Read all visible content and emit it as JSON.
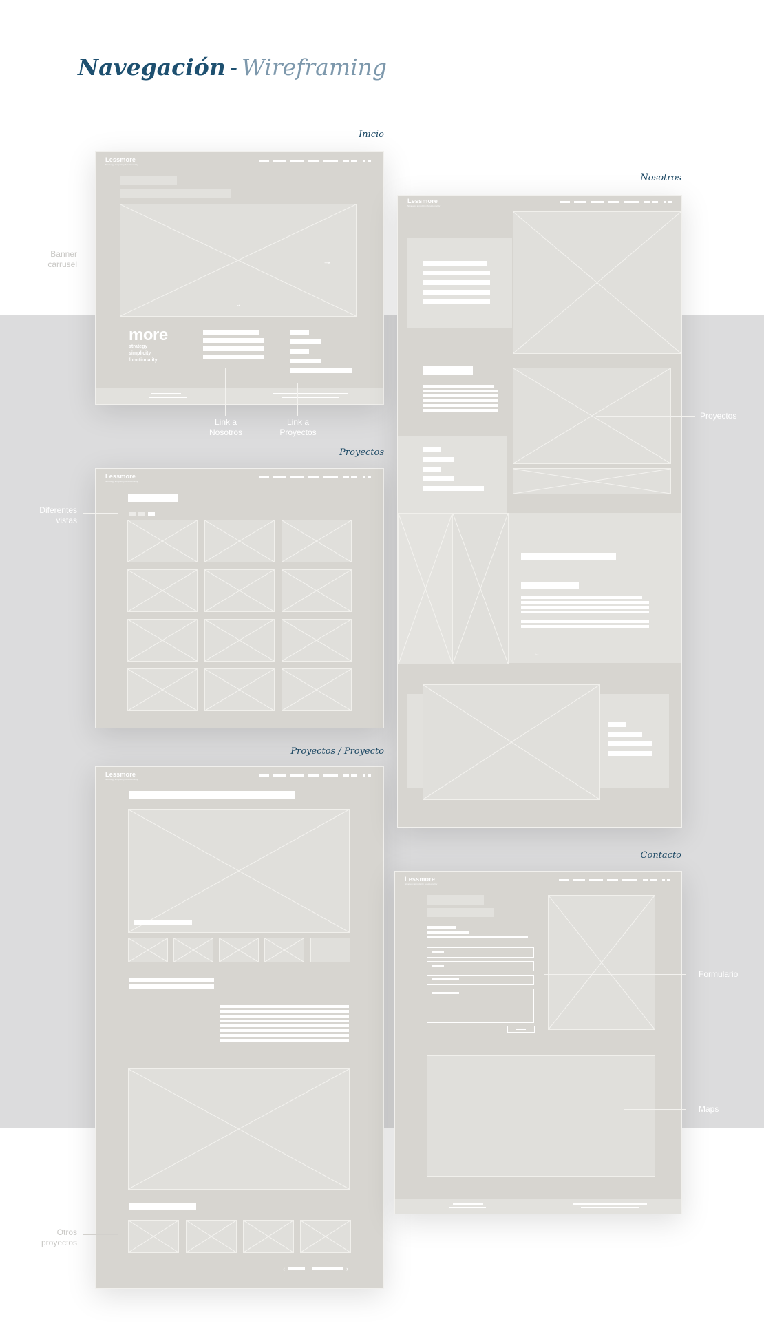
{
  "page": {
    "title_main": "Navegación",
    "title_sep": "-",
    "title_sub": "Wireframing"
  },
  "pages": {
    "inicio": "Inicio",
    "nosotros": "Nosotros",
    "proyectos": "Proyectos",
    "proyecto": "Proyectos / Proyecto",
    "contacto": "Contacto"
  },
  "annotations": {
    "banner_l1": "Banner",
    "banner_l2": "carrusel",
    "link_nosotros_l1": "Link a",
    "link_nosotros_l2": "Nosotros",
    "link_proyectos_l1": "Link a",
    "link_proyectos_l2": "Proyectos",
    "vistas_l1": "Diferentes",
    "vistas_l2": "vistas",
    "proyectos": "Proyectos",
    "formulario": "Formulario",
    "maps": "Maps",
    "otros_l1": "Otros",
    "otros_l2": "proyectos"
  },
  "wireframe": {
    "logo": "Lessmore",
    "logo_tagline": "Strategy simplicity functionality",
    "more": "more",
    "tags": [
      "strategy",
      "simplicity",
      "functionality"
    ]
  },
  "colors": {
    "title": "#1e5070",
    "title_sub": "#7d98ac",
    "wireframe_bg": "#d7d5d0",
    "placeholder": "#e0dfdb",
    "band": "#dcdcdd"
  }
}
